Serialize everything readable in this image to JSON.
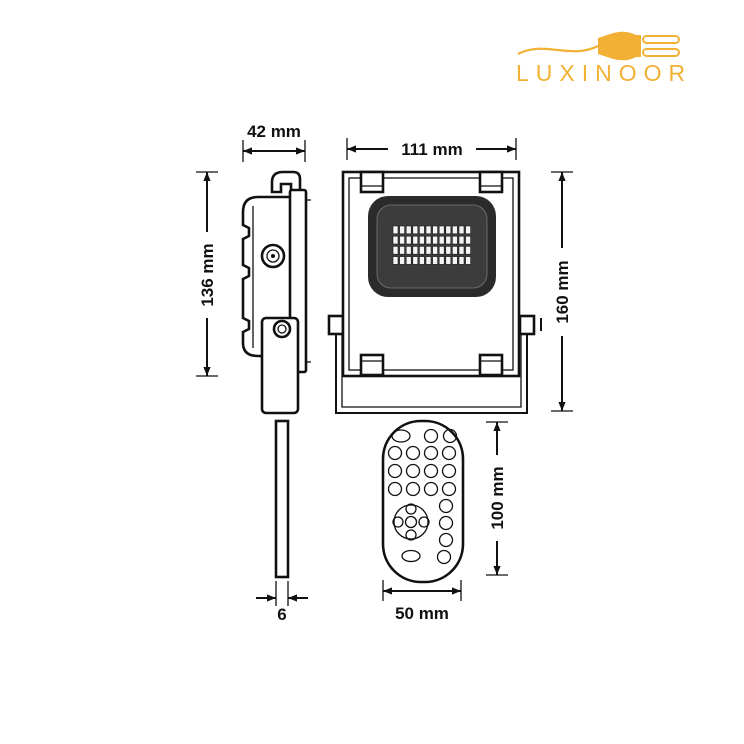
{
  "logo": {
    "text": "LUXINOOR",
    "icon": "plug-icon"
  },
  "colors": {
    "brand": "#f2b134",
    "line": "#111111",
    "led_panel": "#2b2b2b"
  },
  "dimensions": {
    "side_width": "42 mm",
    "side_height": "136 mm",
    "front_width": "111 mm",
    "front_height": "160 mm",
    "remote_height": "100 mm",
    "remote_width": "50 mm",
    "bracket_thickness": "6"
  }
}
